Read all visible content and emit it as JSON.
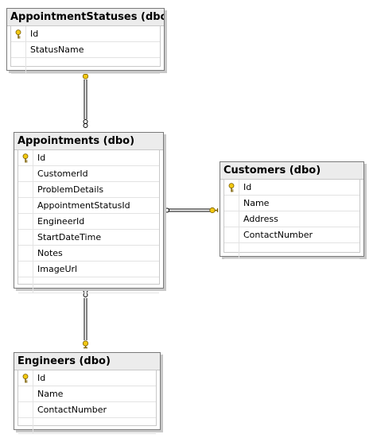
{
  "tables": {
    "appointment_statuses": {
      "title": "AppointmentStatuses (dbo)",
      "columns": [
        {
          "name": "Id",
          "primary_key": true
        },
        {
          "name": "StatusName",
          "primary_key": false
        }
      ]
    },
    "appointments": {
      "title": "Appointments (dbo)",
      "columns": [
        {
          "name": "Id",
          "primary_key": true
        },
        {
          "name": "CustomerId",
          "primary_key": false
        },
        {
          "name": "ProblemDetails",
          "primary_key": false
        },
        {
          "name": "AppointmentStatusId",
          "primary_key": false
        },
        {
          "name": "EngineerId",
          "primary_key": false
        },
        {
          "name": "StartDateTime",
          "primary_key": false
        },
        {
          "name": "Notes",
          "primary_key": false
        },
        {
          "name": "ImageUrl",
          "primary_key": false
        }
      ]
    },
    "customers": {
      "title": "Customers (dbo)",
      "columns": [
        {
          "name": "Id",
          "primary_key": true
        },
        {
          "name": "Name",
          "primary_key": false
        },
        {
          "name": "Address",
          "primary_key": false
        },
        {
          "name": "ContactNumber",
          "primary_key": false
        }
      ]
    },
    "engineers": {
      "title": "Engineers (dbo)",
      "columns": [
        {
          "name": "Id",
          "primary_key": true
        },
        {
          "name": "Name",
          "primary_key": false
        },
        {
          "name": "ContactNumber",
          "primary_key": false
        }
      ]
    }
  },
  "relationships": [
    {
      "from": "appointments",
      "to": "appointment_statuses",
      "from_end": "many",
      "to_end": "one"
    },
    {
      "from": "appointments",
      "to": "customers",
      "from_end": "many",
      "to_end": "one"
    },
    {
      "from": "appointments",
      "to": "engineers",
      "from_end": "many",
      "to_end": "one"
    }
  ],
  "colors": {
    "key_icon": "#f2c811",
    "connector": "#000000",
    "title_bar": "#ececec"
  },
  "icons": {
    "primary_key": "key-icon",
    "one_end": "key-icon",
    "many_end": "infinity-icon"
  }
}
